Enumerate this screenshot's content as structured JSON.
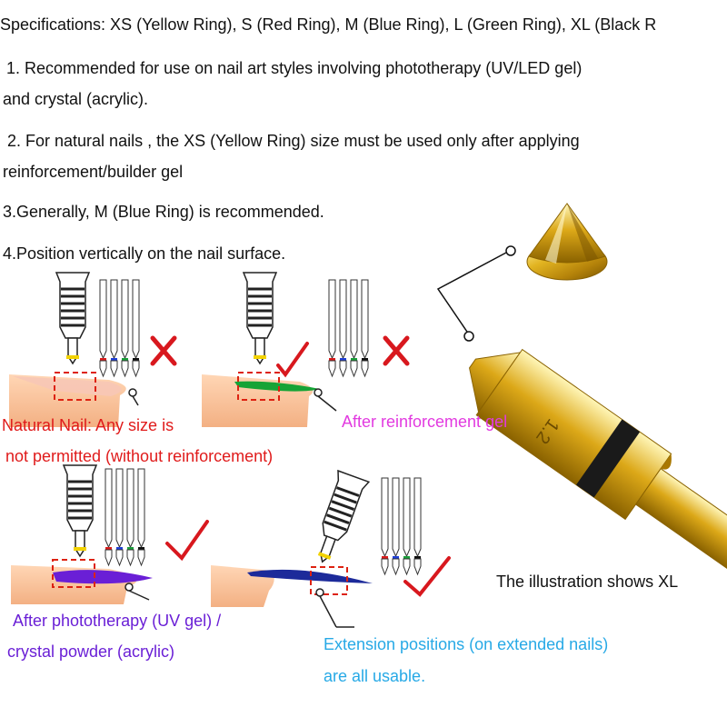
{
  "specs": "Specifications: XS (Yellow Ring), S (Red Ring), M (Blue Ring), L (Green Ring), XL (Black R",
  "notes": {
    "n1_line1": "1. Recommended for use on nail art styles involving phototherapy (UV/LED gel)",
    "n1_line2": "and crystal (acrylic).",
    "n2_line1": " 2. For natural nails , the XS (Yellow Ring) size must be used only after applying",
    "n2_line2": "reinforcement/builder gel",
    "n3": "3.Generally, M (Blue Ring) is recommended.",
    "n4": "4.Position vertically on the nail surface."
  },
  "captions": {
    "natural_line1": "Natural Nail: Any size is",
    "natural_line2": "not permitted (without reinforcement)",
    "reinforce": "After reinforcement gel",
    "photo_line1": "After phototherapy (UV gel) /",
    "photo_line2": "crystal powder (acrylic)",
    "extension_line1": "Extension positions (on extended nails)",
    "extension_line2": "are all usable.",
    "illustration": "The illustration shows XL"
  },
  "marks": {
    "natural": "cross",
    "reinforce": "cross",
    "photo": "check",
    "extension": "check"
  },
  "ring_colors": {
    "XS": "#f2d200",
    "S": "#d81b1b",
    "M": "#1f3fd6",
    "L": "#1a9e3a",
    "XL": "#111111"
  },
  "engraving": "1.2"
}
